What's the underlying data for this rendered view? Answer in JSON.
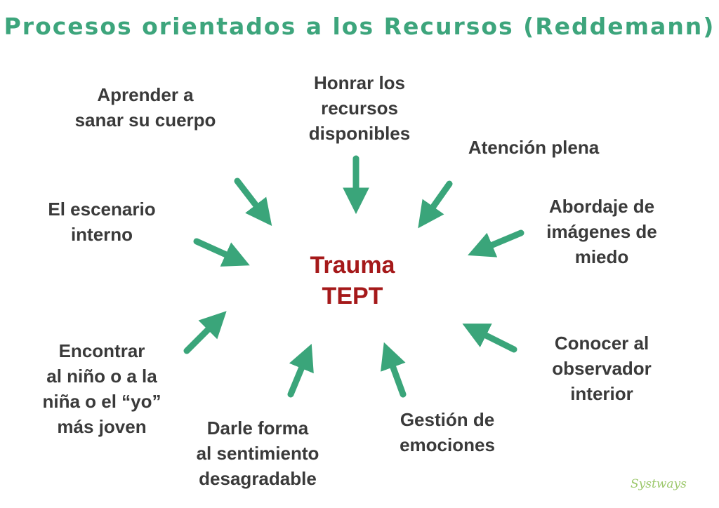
{
  "title": "Procesos orientados a los Recursos (Reddemann)",
  "center": "Trauma\nTEPT",
  "nodes": {
    "aprender": "Aprender a\nsanar su cuerpo",
    "honrar": "Honrar los\nrecursos\ndisponibles",
    "atencion": "Atención plena",
    "escenario": "El escenario\ninterno",
    "abordaje": "Abordaje de\nimágenes de\nmiedo",
    "encontrar": "Encontrar\nal niño o a la\nniña o el “yo”\nmás joven",
    "conocer": "Conocer al\nobservador\ninterior",
    "darle": "Darle forma\nal sentimiento\ndesagradable",
    "gestion": "Gestión de\nemociones"
  },
  "logo": "Systways",
  "colors": {
    "title": "#3da57c",
    "arrow": "#3aa57a",
    "center": "#a5191a",
    "text": "#3a3a3a"
  }
}
